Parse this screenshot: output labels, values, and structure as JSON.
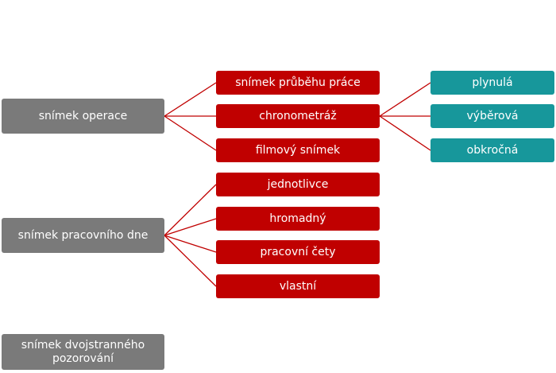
{
  "diagram": {
    "level1": [
      {
        "id": "snimek-operace",
        "label": "snímek operace"
      },
      {
        "id": "snimek-pracovniho-dne",
        "label": "snímek pracovního dne"
      },
      {
        "id": "snimek-dvojstranneho",
        "label": "snímek dvojstranného pozorování"
      }
    ],
    "level2": [
      {
        "id": "snimek-prubehu-prace",
        "label": "snímek průběhu práce"
      },
      {
        "id": "chronometraz",
        "label": "chronometráž"
      },
      {
        "id": "filmovy-snimek",
        "label": "filmový snímek"
      },
      {
        "id": "jednotlivce",
        "label": "jednotlivce"
      },
      {
        "id": "hromadny",
        "label": "hromadný"
      },
      {
        "id": "pracovni-cety",
        "label": "pracovní čety"
      },
      {
        "id": "vlastni",
        "label": "vlastní"
      }
    ],
    "level3": [
      {
        "id": "plynula",
        "label": "plynulá"
      },
      {
        "id": "vyberova",
        "label": "výběrová"
      },
      {
        "id": "obkrocna",
        "label": "obkročná"
      }
    ],
    "colors": {
      "level1": "#7a7a7a",
      "level2": "#c00000",
      "level3": "#17979b",
      "connector": "#c00000",
      "text": "#ffffff"
    }
  }
}
